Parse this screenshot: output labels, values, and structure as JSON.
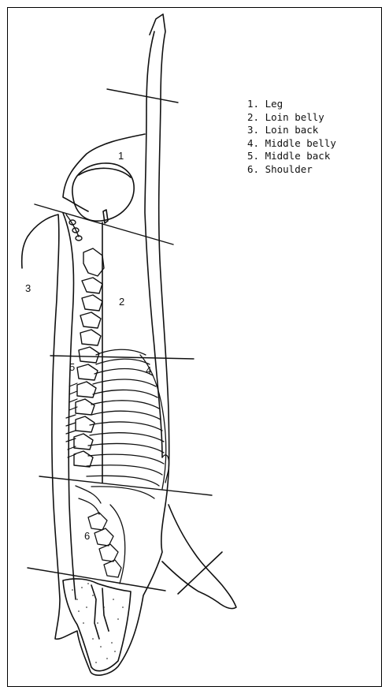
{
  "legend": {
    "items": [
      "1. Leg",
      "2. Loin belly",
      "3. Loin back",
      "4. Middle belly",
      "5. Middle back",
      "6. Shoulder"
    ]
  },
  "regions": {
    "r1": "1",
    "r2": "2",
    "r3": "3",
    "r4": "4",
    "r5": "5",
    "r6": "6"
  },
  "colors": {
    "ink": "#111111",
    "background": "#ffffff"
  }
}
